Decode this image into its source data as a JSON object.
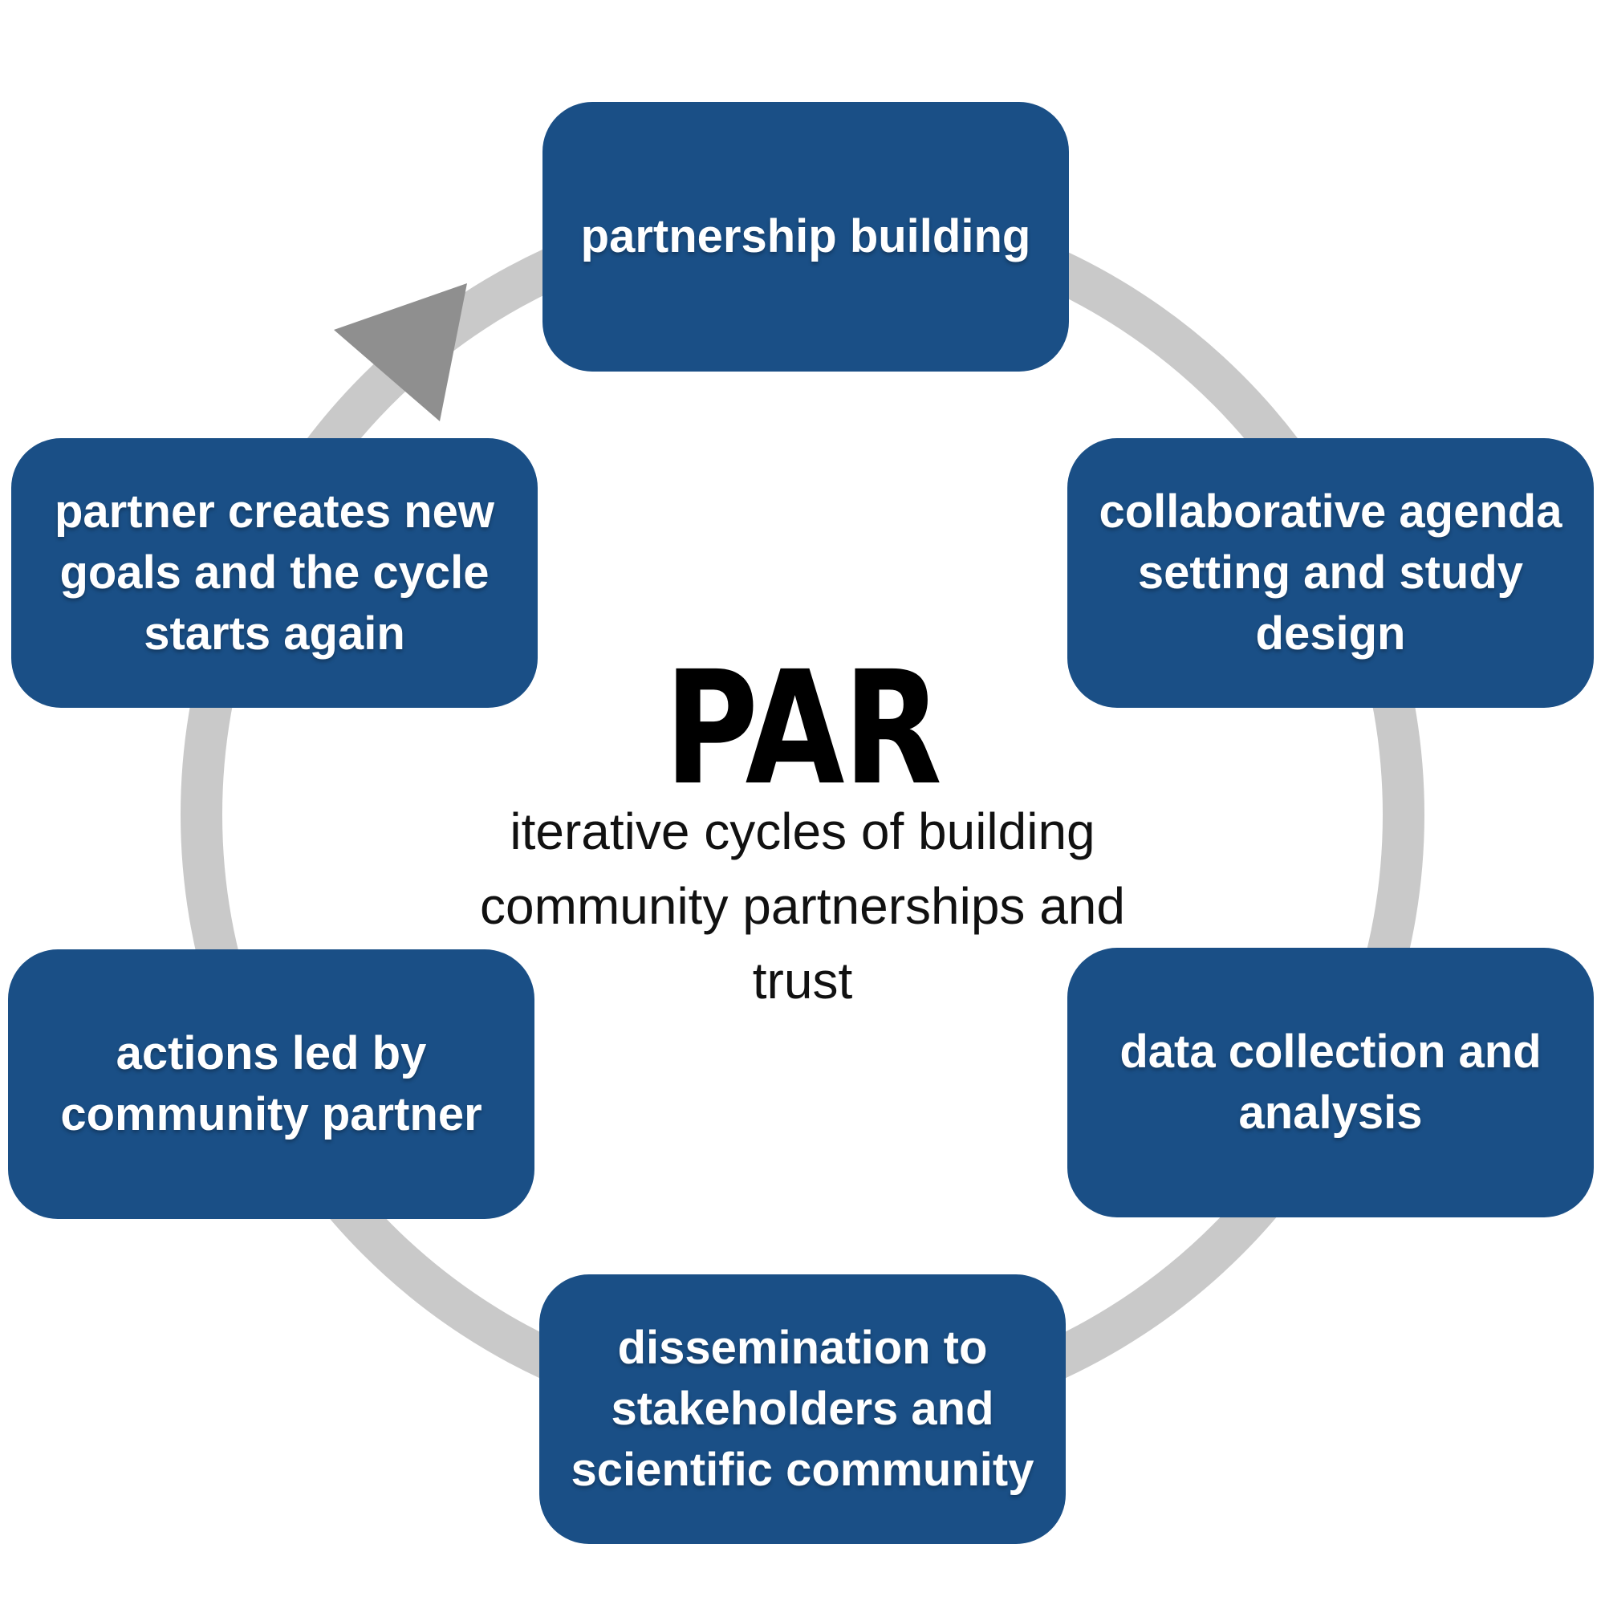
{
  "colors": {
    "box": "#1A4F86",
    "box_text": "#FFFFFF",
    "ring": "#C9C9C9",
    "arrow": "#8F8F8F",
    "title": "#000000",
    "subtitle": "#111111"
  },
  "center": {
    "title": "PAR",
    "subtitle": "iterative cycles of building\ncommunity partnerships and\ntrust"
  },
  "stages": [
    {
      "position": "top",
      "label": "partnership building"
    },
    {
      "position": "right-top",
      "label": "collaborative agenda\nsetting and study\ndesign"
    },
    {
      "position": "right-bottom",
      "label": "data collection and\nanalysis"
    },
    {
      "position": "bottom",
      "label": "dissemination to\nstakeholders and\nscientific community"
    },
    {
      "position": "left-bottom",
      "label": "actions led by\ncommunity partner"
    },
    {
      "position": "left-top",
      "label": "partner creates new\ngoals and the cycle\nstarts again"
    }
  ]
}
